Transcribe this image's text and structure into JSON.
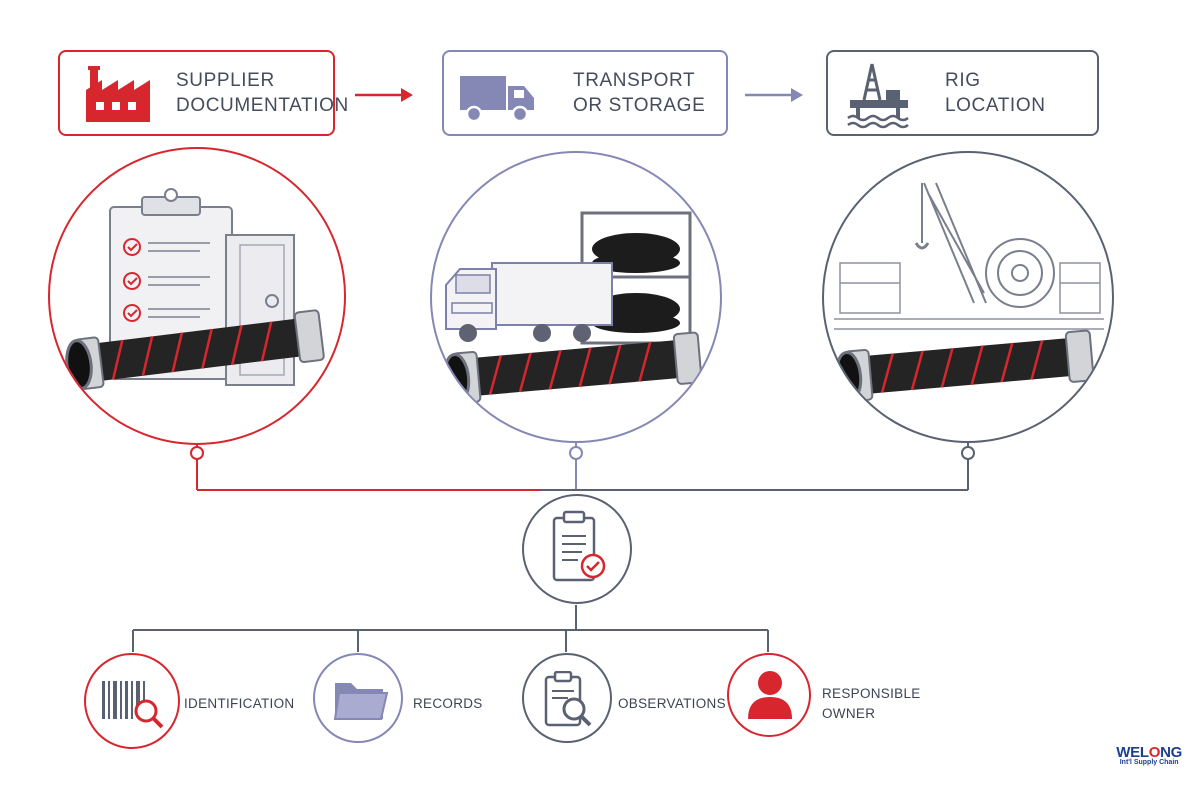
{
  "stages": [
    {
      "label": "SUPPLIER\nDOCUMENTATION",
      "icon": "factory-icon",
      "color": "#d7262e"
    },
    {
      "label": "TRANSPORT\nOR STORAGE",
      "icon": "truck-icon",
      "color": "#8587b5"
    },
    {
      "label": "RIG\nLOCATION",
      "icon": "oil-rig-icon",
      "color": "#5a6172"
    }
  ],
  "records": [
    {
      "label": "IDENTIFICATION",
      "icon": "barcode-search-icon",
      "color": "#d7262e"
    },
    {
      "label": "RECORDS",
      "icon": "folder-icon",
      "color": "#8587b5"
    },
    {
      "label": "OBSERVATIONS",
      "icon": "clipboard-search-icon",
      "color": "#5a6172"
    },
    {
      "label": "RESPONSIBLE\nOWNER",
      "icon": "person-icon",
      "color": "#d7262e"
    }
  ],
  "hub": {
    "icon": "clipboard-check-icon"
  },
  "logo": {
    "brand_a": "WEL",
    "brand_b": "O",
    "brand_c": "NG",
    "tagline": "Int'l Supply Chain"
  },
  "colors": {
    "red": "#d7262e",
    "lavender": "#8587b5",
    "slate": "#5a6172"
  }
}
